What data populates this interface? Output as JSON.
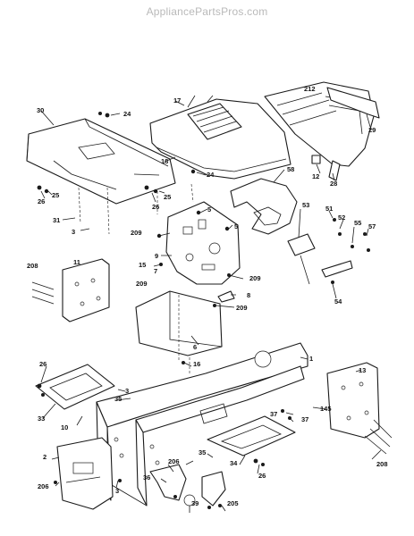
{
  "header": {
    "watermark": "AppliancePartsPros.com"
  },
  "callouts": {
    "c30": "30",
    "c24a": "24",
    "c17": "17",
    "c212": "212",
    "c29": "29",
    "c18": "18",
    "c24b": "24",
    "c26a": "26",
    "c25a": "25",
    "c26b": "26",
    "c25b": "25",
    "c12": "12",
    "c28": "28",
    "c58": "58",
    "c31": "31",
    "c3a": "3",
    "c5a": "5",
    "c209a": "209",
    "c5b": "5",
    "c53": "53",
    "c51": "51",
    "c52": "52",
    "c55": "55",
    "c57": "57",
    "c9": "9",
    "c208a": "208",
    "c11": "11",
    "c15": "15",
    "c7": "7",
    "c209b": "209",
    "c209c": "209",
    "c8": "8",
    "c209d": "209",
    "c54": "54",
    "c6": "6",
    "c16": "16",
    "c1": "1",
    "c26c": "26",
    "c3b": "3",
    "c35a": "35",
    "c13": "13",
    "c33": "33",
    "c10": "10",
    "c145": "145",
    "c37a": "37",
    "c37b": "37",
    "c2": "2",
    "c206a": "206",
    "c3c": "3",
    "c35b": "35",
    "c34": "34",
    "c26d": "26",
    "c208b": "208",
    "c206b": "206",
    "c36": "36",
    "c39": "39",
    "c205": "205"
  }
}
